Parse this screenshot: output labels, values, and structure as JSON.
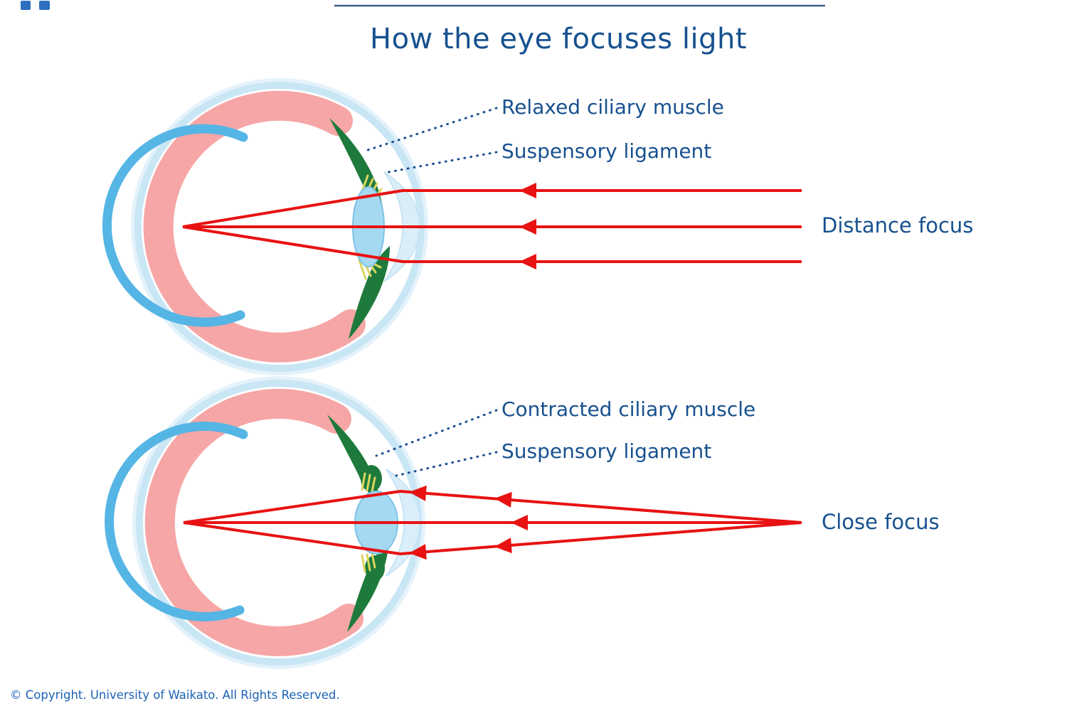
{
  "title": "How the eye focuses light",
  "diagrams": {
    "distance": {
      "ciliary_label": "Relaxed ciliary muscle",
      "ligament_label": "Suspensory ligament",
      "focus_label": "Distance focus"
    },
    "close": {
      "ciliary_label": "Contracted ciliary muscle",
      "ligament_label": "Suspensory ligament",
      "focus_label": "Close focus"
    }
  },
  "footer": {
    "copyright": "© Copyright. University of Waikato. All Rights Reserved."
  },
  "colors": {
    "title_blue": "#17518f",
    "label_blue": "#17518f",
    "copyright_blue": "#1b62b5",
    "ray_red": "#e81212",
    "choroid_pink": "#f6a6a6",
    "retina_blue": "#55b5e5",
    "ciliary_green": "#1e7a3c",
    "ligament_yellow": "#ddd65e",
    "lens_blue": "#a5d9f2",
    "cornea_blue": "#daeefa",
    "sclera_ring_blue": "#c9e6f5",
    "leader_blue": "#1d4f91"
  },
  "icons": {
    "top_left": [
      "blue-square-icon",
      "blue-square-icon"
    ]
  }
}
